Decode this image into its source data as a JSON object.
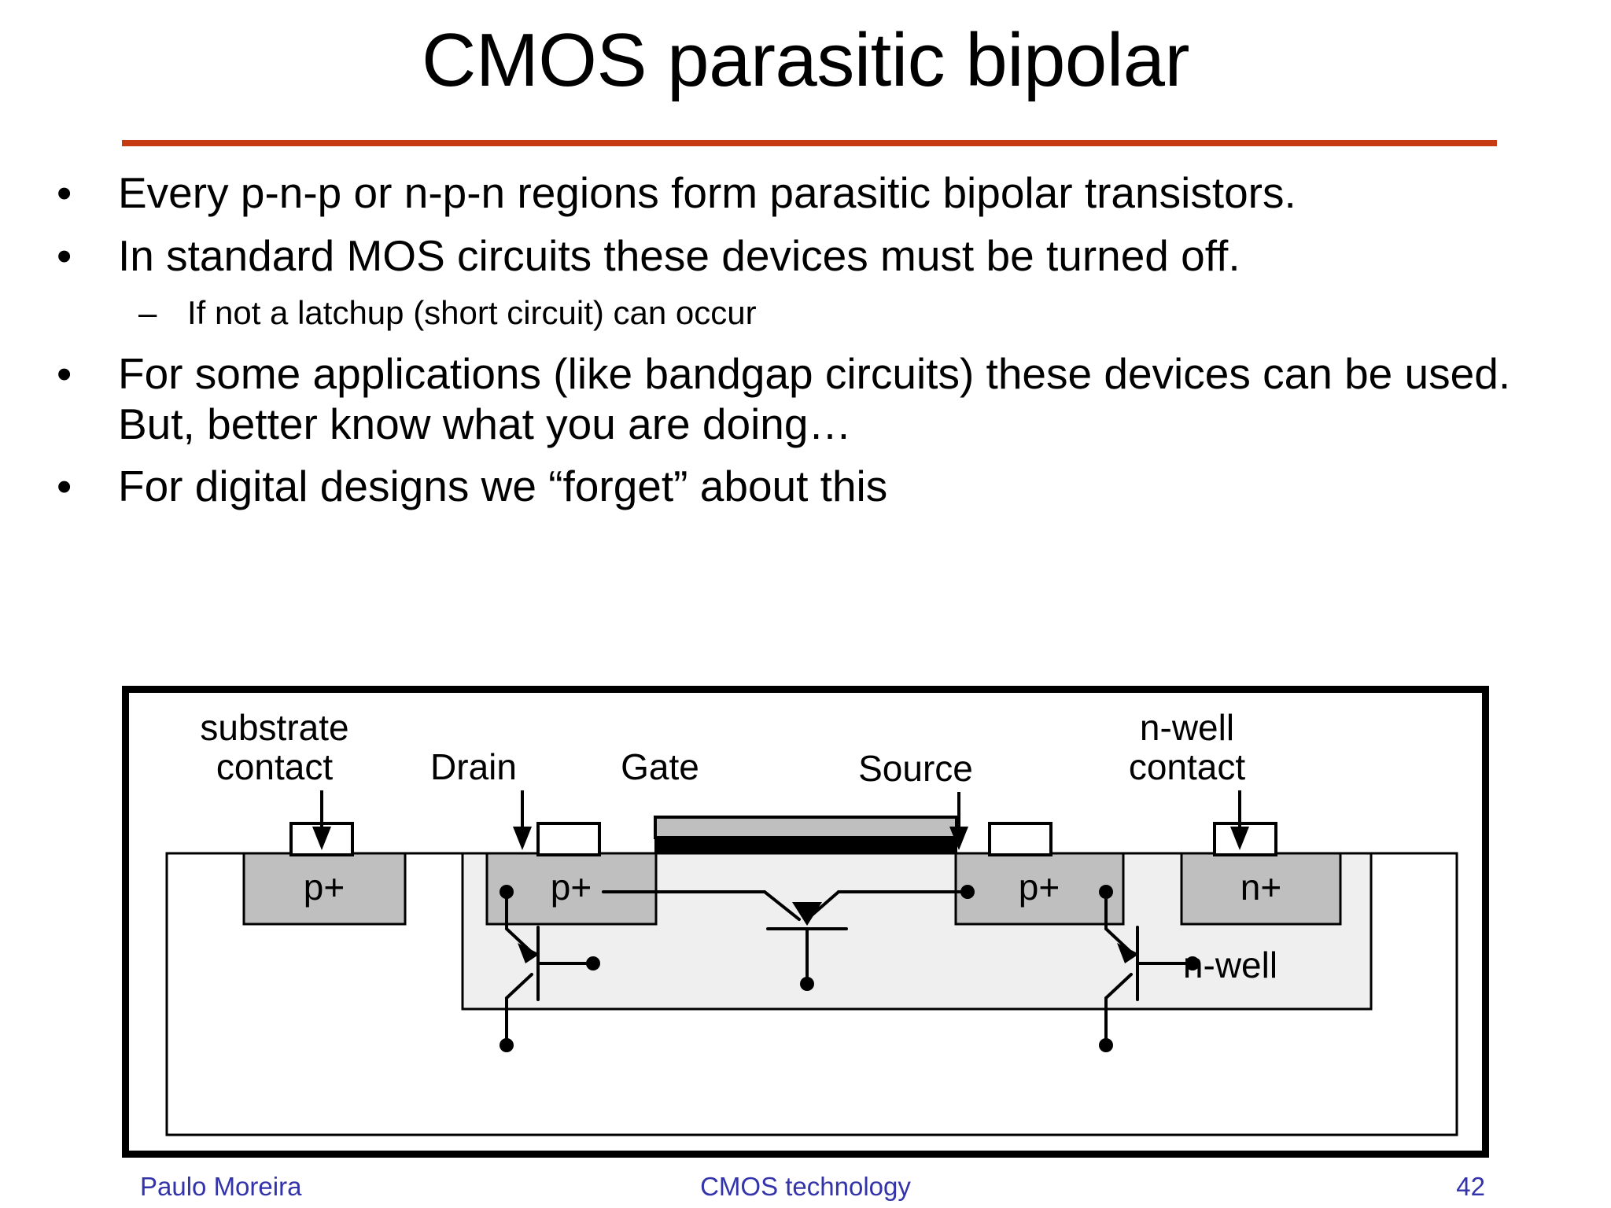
{
  "slide": {
    "title": "CMOS parasitic bipolar",
    "accent_color": "#C63A14",
    "footer_color": "#3333AA"
  },
  "bullets": [
    {
      "level": 1,
      "marker": "•",
      "text": "Every p-n-p or n-p-n regions form parasitic bipolar transistors."
    },
    {
      "level": 1,
      "marker": "•",
      "text": "In standard MOS circuits these devices must be turned off."
    },
    {
      "level": 2,
      "marker": "–",
      "text": "If not a latchup (short circuit) can occur"
    },
    {
      "level": 1,
      "marker": "•",
      "text": "For some applications (like bandgap circuits) these devices can be used. But, better know what you are doing…"
    },
    {
      "level": 1,
      "marker": "•",
      "text": "For digital designs we “forget” about this"
    }
  ],
  "figure": {
    "callouts": [
      {
        "name": "substrate-contact",
        "line1": "substrate",
        "line2": "contact"
      },
      {
        "name": "drain",
        "line1": "Drain",
        "line2": ""
      },
      {
        "name": "gate",
        "line1": "Gate",
        "line2": ""
      },
      {
        "name": "source",
        "line1": "Source",
        "line2": ""
      },
      {
        "name": "n-well-contact",
        "line1": "n-well",
        "line2": "contact"
      }
    ],
    "regions": [
      {
        "name": "substrate-contact-implant",
        "label": "p+"
      },
      {
        "name": "drain-implant",
        "label": "p+"
      },
      {
        "name": "source-implant",
        "label": "p+"
      },
      {
        "name": "nwell-contact-implant",
        "label": "n+"
      }
    ],
    "well_label": "n-well",
    "colors": {
      "implant_fill": "#BFBFBF",
      "well_fill": "#EFEFEF",
      "substrate_fill": "#FFFFFF",
      "poly_fill": "#BFBFBF",
      "oxide_fill": "#000000",
      "outline": "#000000"
    }
  },
  "footer": {
    "author": "Paulo Moreira",
    "subject": "CMOS technology",
    "page": "42"
  }
}
